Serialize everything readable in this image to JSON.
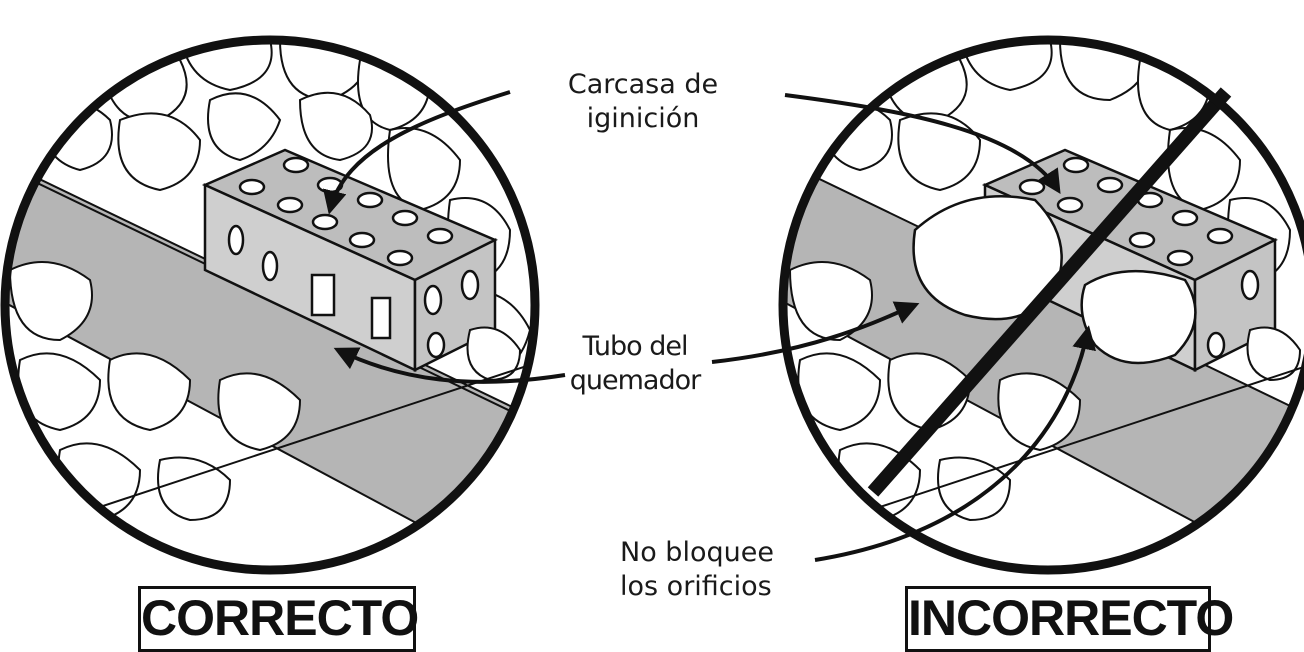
{
  "labels": {
    "ignition_housing_line1": "Carcasa de",
    "ignition_housing_line2": "iginición",
    "burner_tube_line1": "Tubo del",
    "burner_tube_line2": "quemador",
    "no_block_line1": "No bloquee",
    "no_block_line2": "los orificios"
  },
  "verdicts": {
    "correct": "CORRECTO",
    "incorrect": "INCORRECTO"
  },
  "colors": {
    "burner_tube": "#b5b5b5",
    "outline": "#111111",
    "background": "#ffffff"
  }
}
